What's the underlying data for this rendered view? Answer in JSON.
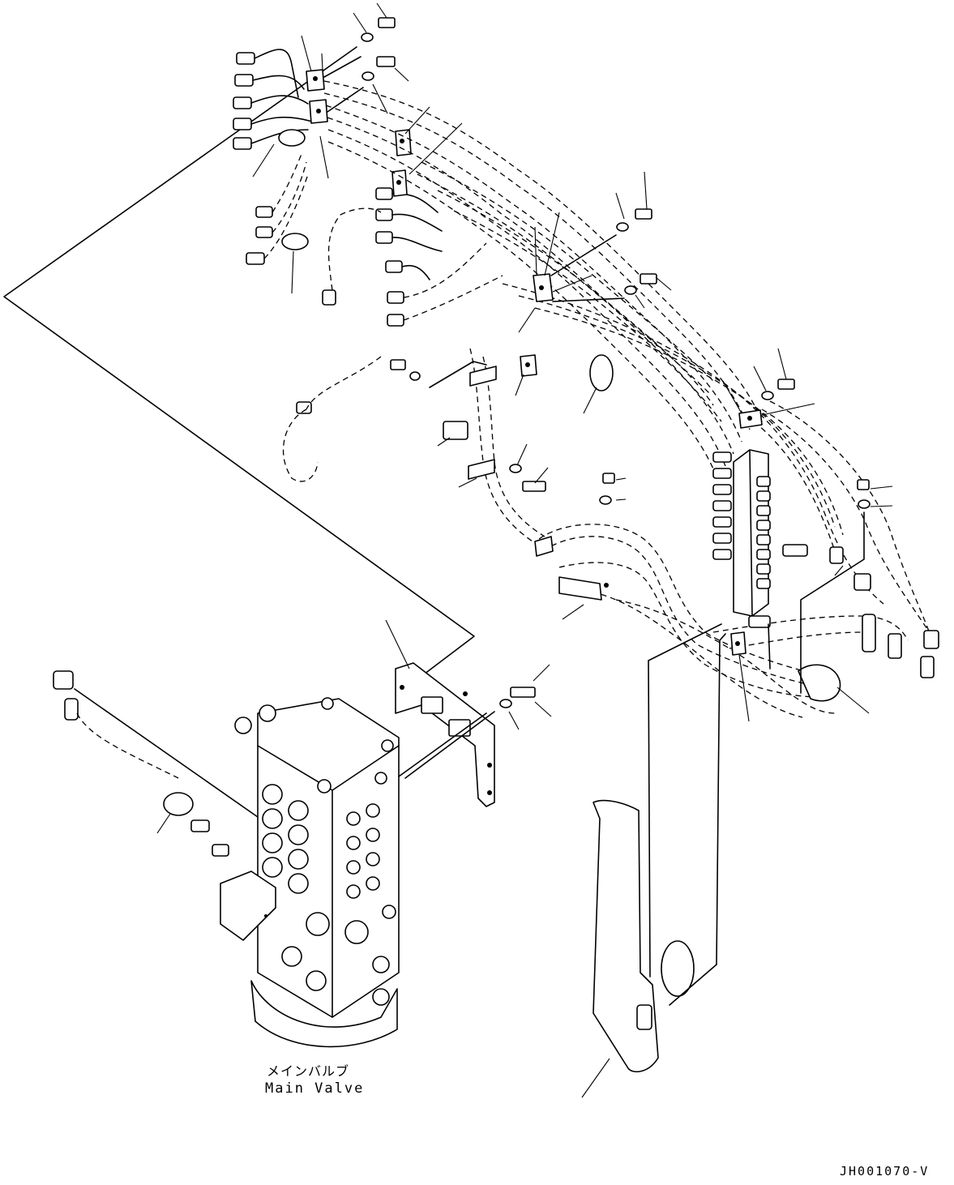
{
  "labels": {
    "main_valve_jp": "メインバルブ",
    "main_valve_en": "Main Valve",
    "drawing_code": "JH001070-V"
  }
}
